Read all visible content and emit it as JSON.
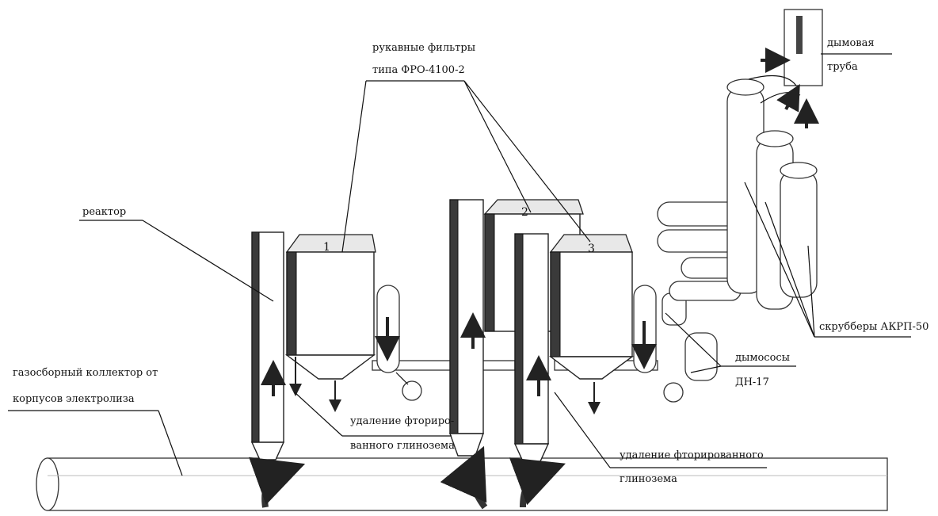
{
  "labels": {
    "filters_line1": "рукавные фильтры",
    "filters_line2": "типа ФРО-4100-2",
    "chimney_line1": "дымовая",
    "chimney_line2": "труба",
    "reactor": "реактор",
    "collector_line1": "газосборный коллектор от",
    "collector_line2": "корпусов электролиза",
    "removal1_line1": "удаление фториро-",
    "removal1_line2": "ванного глинозема",
    "removal2_line1": "удаление фторированного",
    "removal2_line2": "глинозема",
    "fans_line1": "дымососы",
    "fans_line2": "ДН-17",
    "scrubbers": "скрубберы АКРП-50",
    "num1": "1",
    "num2": "2",
    "num3": "3"
  }
}
